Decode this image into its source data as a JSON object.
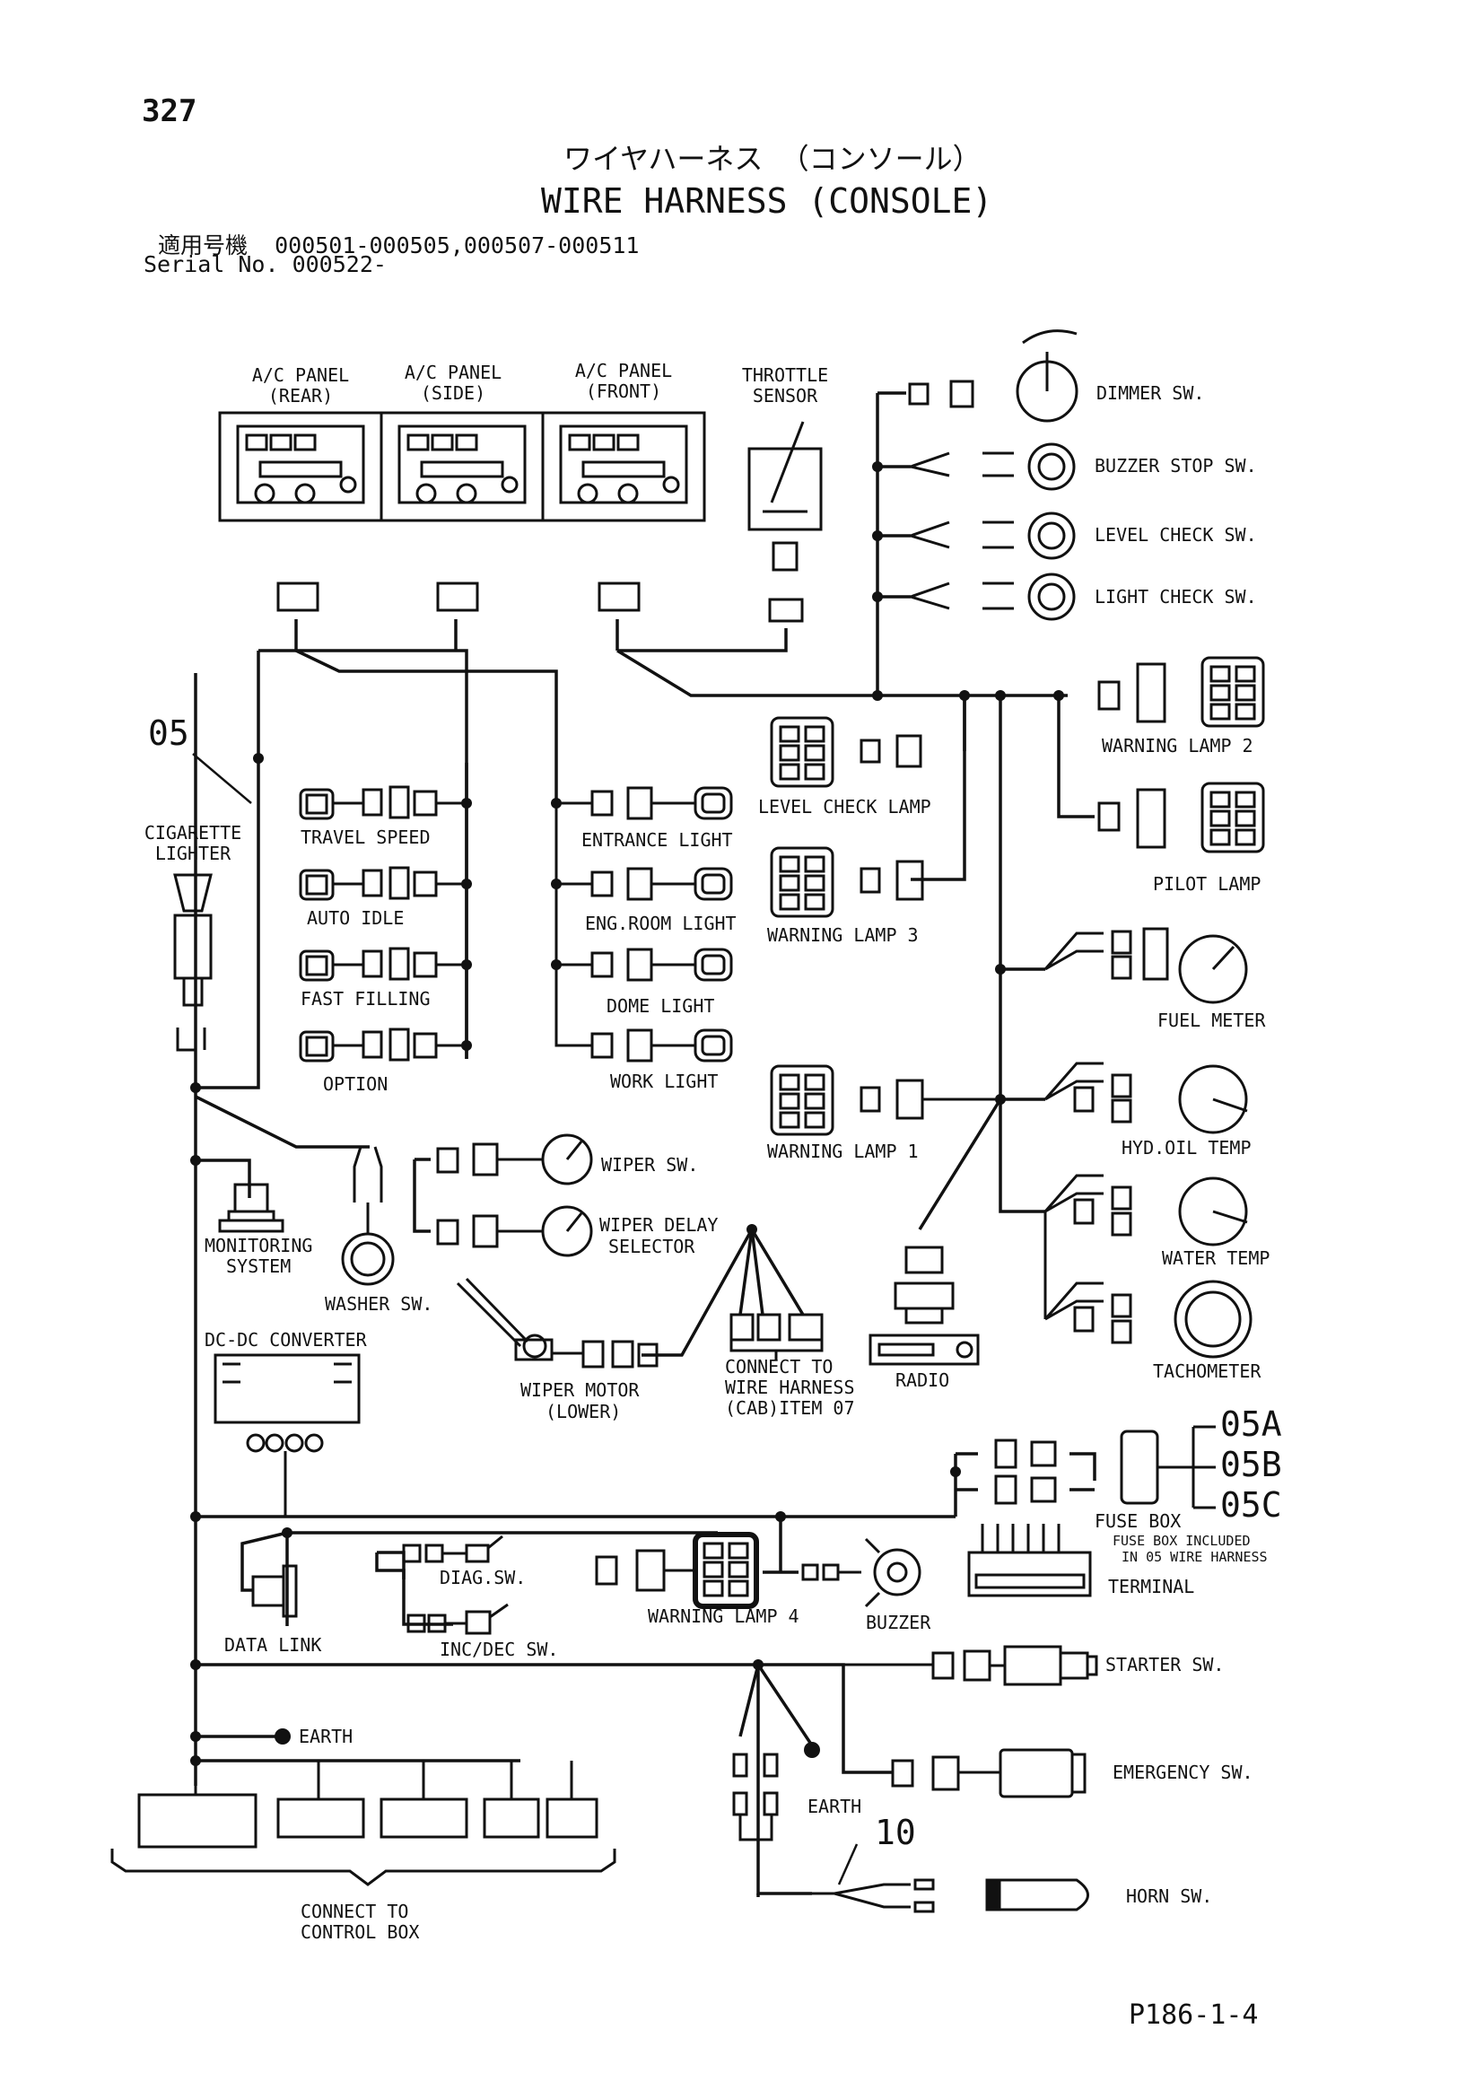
{
  "header": {
    "page_number": "327",
    "title_jp": "ワイヤハーネス （コンソール）",
    "title_en": "WIRE HARNESS (CONSOLE)",
    "serial_jp": "適用号機  000501-000505,000507-000511",
    "serial_en": "Serial No. 000522-"
  },
  "labels": {
    "ac_panel_rear": [
      "A/C PANEL",
      "(REAR)"
    ],
    "ac_panel_side": [
      "A/C PANEL",
      "(SIDE)"
    ],
    "ac_panel_front": [
      "A/C PANEL",
      "(FRONT)"
    ],
    "throttle_sensor": [
      "THROTTLE",
      "SENSOR"
    ],
    "dimmer_sw": "DIMMER SW.",
    "buzzer_stop_sw": "BUZZER STOP SW.",
    "level_check_sw": "LEVEL CHECK SW.",
    "light_check_sw": "LIGHT CHECK SW.",
    "warning_lamp_2": "WARNING LAMP 2",
    "pilot_lamp": "PILOT LAMP",
    "level_check_lamp": "LEVEL CHECK LAMP",
    "warning_lamp_3": "WARNING LAMP 3",
    "warning_lamp_1": "WARNING LAMP 1",
    "warning_lamp_4": "WARNING LAMP 4",
    "fuel_meter": "FUEL METER",
    "hyd_oil_temp": "HYD.OIL TEMP",
    "water_temp": "WATER TEMP",
    "tachometer": "TACHOMETER",
    "ref_05": "05",
    "ref_10": "10",
    "cigarette_lighter": [
      "CIGARETTE",
      "LIGHTER"
    ],
    "travel_speed": "TRAVEL SPEED",
    "auto_idle": "AUTO IDLE",
    "fast_filling": "FAST FILLING",
    "option": "OPTION",
    "entrance_light": "ENTRANCE LIGHT",
    "eng_room_light": "ENG.ROOM LIGHT",
    "dome_light": "DOME LIGHT",
    "work_light": "WORK LIGHT",
    "wiper_sw": "WIPER SW.",
    "wiper_delay_selector": [
      "WIPER DELAY",
      "SELECTOR"
    ],
    "monitoring_system": [
      "MONITORING",
      "SYSTEM"
    ],
    "washer_sw": "WASHER SW.",
    "dc_dc_converter": "DC-DC CONVERTER",
    "wiper_motor": [
      "WIPER MOTOR",
      "(LOWER)"
    ],
    "connect_wire_harness": [
      "CONNECT TO",
      "WIRE HARNESS",
      "(CAB)ITEM 07"
    ],
    "radio": "RADIO",
    "ref_05a": "05A",
    "ref_05b": "05B",
    "ref_05c": "05C",
    "fuse_box": "FUSE BOX",
    "fuse_box_note": [
      "FUSE BOX INCLUDED",
      "IN 05 WIRE HARNESS"
    ],
    "terminal": "TERMINAL",
    "diag_sw": "DIAG.SW.",
    "inc_dec_sw": "INC/DEC SW.",
    "data_link": "DATA LINK",
    "buzzer": "BUZZER",
    "starter_sw": "STARTER SW.",
    "earth_1": "EARTH",
    "emergency_sw": "EMERGENCY SW.",
    "earth_2": "EARTH",
    "horn_sw": "HORN SW.",
    "connect_control_box": [
      "CONNECT TO",
      "CONTROL BOX"
    ]
  },
  "footer": {
    "page_code": "P186-1-4"
  }
}
